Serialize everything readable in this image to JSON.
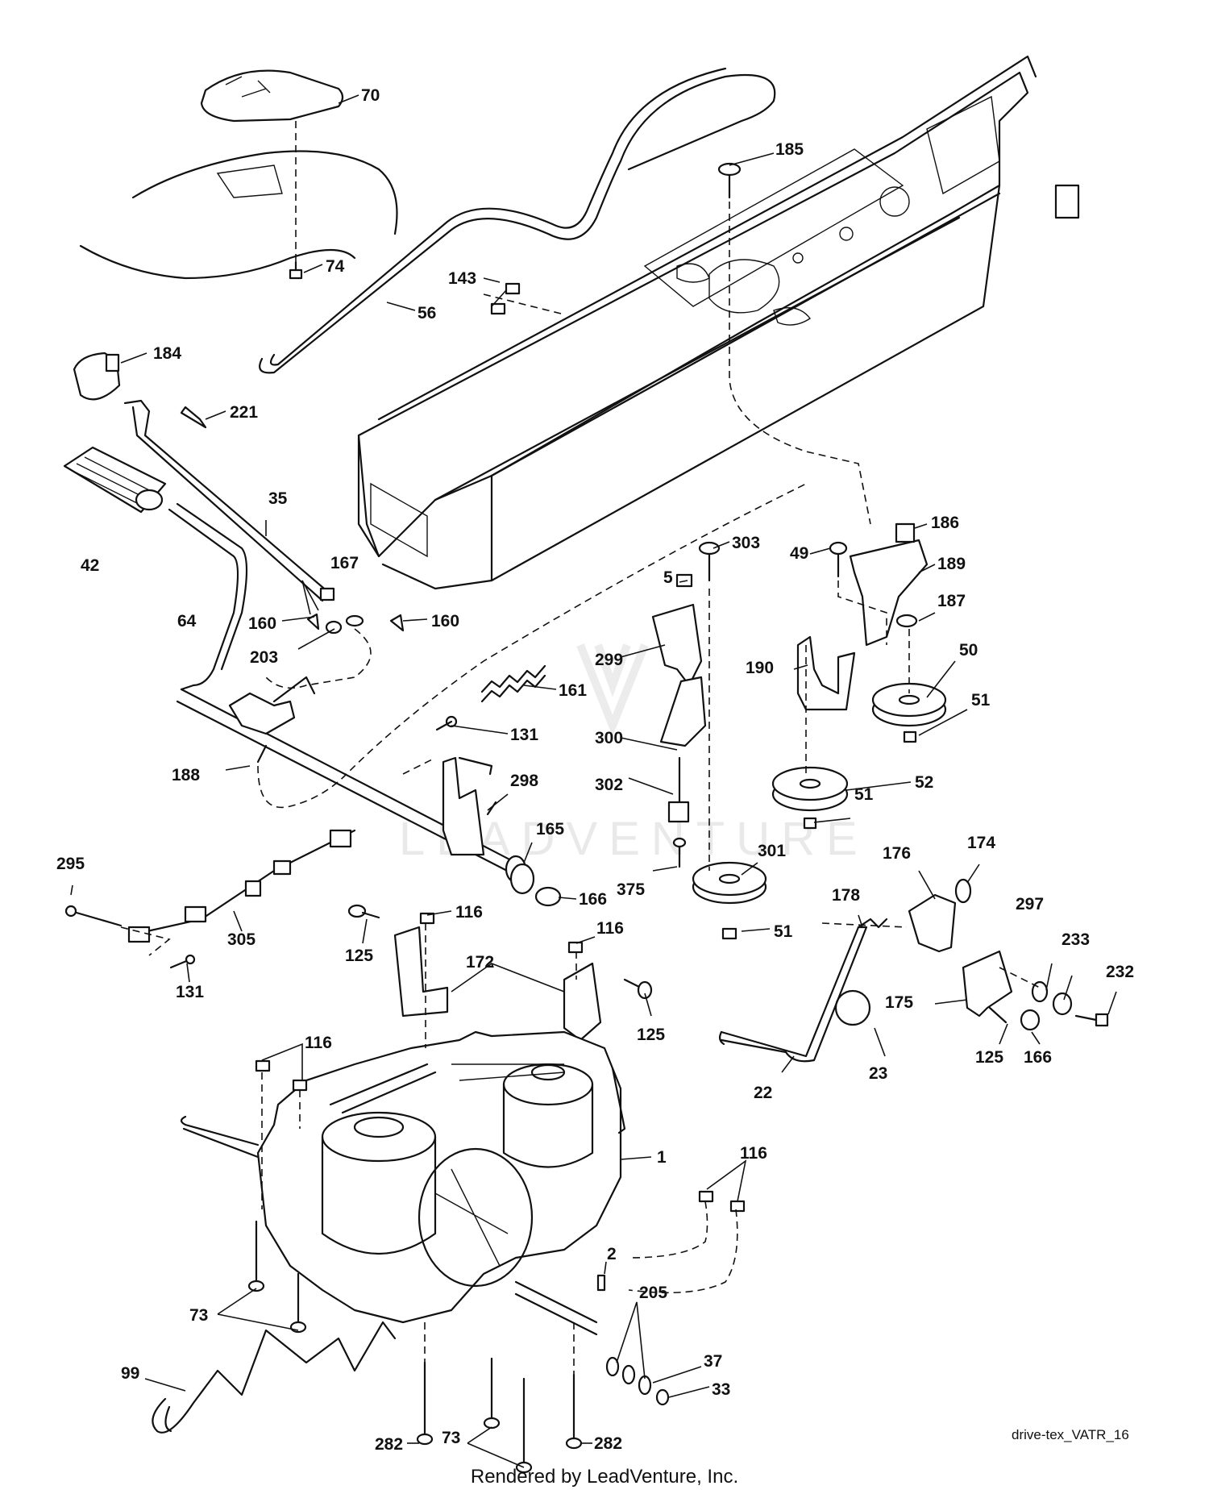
{
  "footer": {
    "credit": "Rendered by LeadVenture, Inc.",
    "drawing_code": "drive-tex_VATR_16"
  },
  "watermark": {
    "text": "LEADVENTURE"
  },
  "callouts": [
    "70",
    "74",
    "56",
    "143",
    "185",
    "184",
    "221",
    "42",
    "35",
    "64",
    "167",
    "160",
    "160",
    "203",
    "161",
    "188",
    "131",
    "298",
    "165",
    "166",
    "295",
    "305",
    "131",
    "125",
    "116",
    "172",
    "116",
    "125",
    "116",
    "1",
    "116",
    "73",
    "99",
    "2",
    "205",
    "37",
    "33",
    "282",
    "73",
    "282",
    "303",
    "5",
    "299",
    "300",
    "302",
    "375",
    "301",
    "51",
    "49",
    "186",
    "189",
    "187",
    "190",
    "50",
    "51",
    "52",
    "51",
    "176",
    "174",
    "178",
    "297",
    "233",
    "232",
    "175",
    "125",
    "166",
    "23",
    "22"
  ]
}
